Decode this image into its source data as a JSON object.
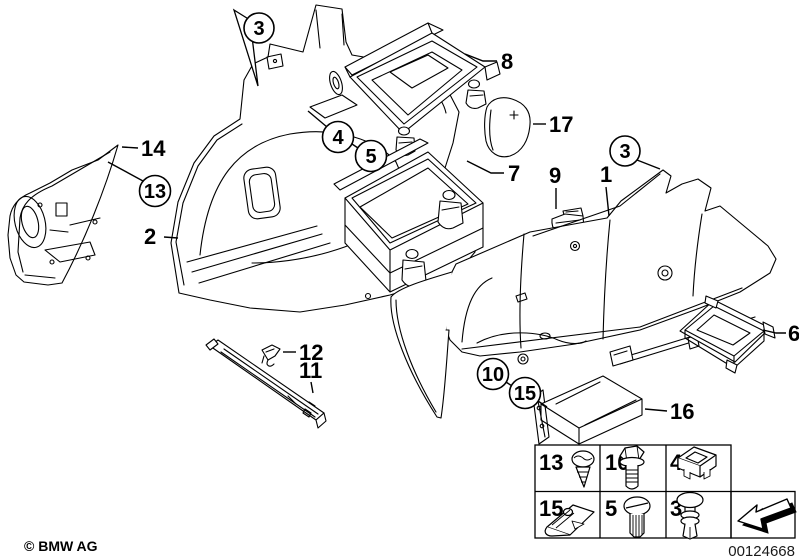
{
  "colors": {
    "line": "#000000",
    "background": "#ffffff"
  },
  "callouts": {
    "n1": "1",
    "n2": "2",
    "n3_top": "3",
    "n3_right": "3",
    "n4": "4",
    "n5": "5",
    "n6": "6",
    "n7": "7",
    "n8": "8",
    "n9": "9",
    "n10": "10",
    "n11": "11",
    "n12": "12",
    "n13": "13",
    "n14": "14",
    "n15": "15",
    "n16": "16",
    "n17": "17"
  },
  "legend": {
    "rows": [
      [
        {
          "num": "13",
          "icon": "pan-head-screw-icon"
        },
        {
          "num": "10",
          "icon": "hex-flange-bolt-icon"
        },
        {
          "num": "4",
          "icon": "expansion-grommet-icon"
        }
      ],
      [
        {
          "num": "15",
          "icon": "spring-clip-icon"
        },
        {
          "num": "5",
          "icon": "slotted-screw-rivet-icon"
        },
        {
          "num": "3",
          "icon": "expansion-rivet-icon"
        }
      ]
    ],
    "nav_arrow_icon": "continue-arrow-icon"
  },
  "footer": {
    "copyright": "© BMW AG",
    "doc_number": "00124668"
  }
}
